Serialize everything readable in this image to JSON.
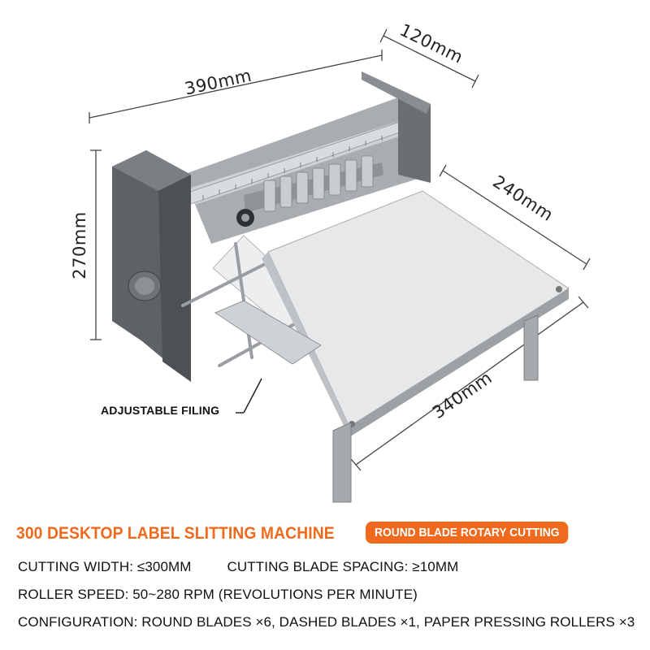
{
  "dimensions": {
    "width_390": "390mm",
    "depth_120": "120mm",
    "height_270": "270mm",
    "depth_240": "240mm",
    "length_340": "340mm"
  },
  "callout": "ADJUSTABLE FILING",
  "title": "300 DESKTOP LABEL SLITTING MACHINE",
  "badge": "ROUND BLADE ROTARY CUTTING",
  "specs": {
    "cutting_width": "CUTTING WIDTH: ≤300MM",
    "blade_spacing": "CUTTING BLADE SPACING: ≥10MM",
    "roller_speed": "ROLLER SPEED: 50~280 RPM (REVOLUTIONS PER MINUTE)",
    "configuration": "CONFIGURATION: ROUND BLADES ×6, DASHED BLADES ×1, PAPER PRESSING ROLLERS ×3"
  },
  "colors": {
    "accent": "#f06a1d",
    "frame": "#5e6166",
    "table": "#e6e8ea",
    "text": "#111111"
  }
}
